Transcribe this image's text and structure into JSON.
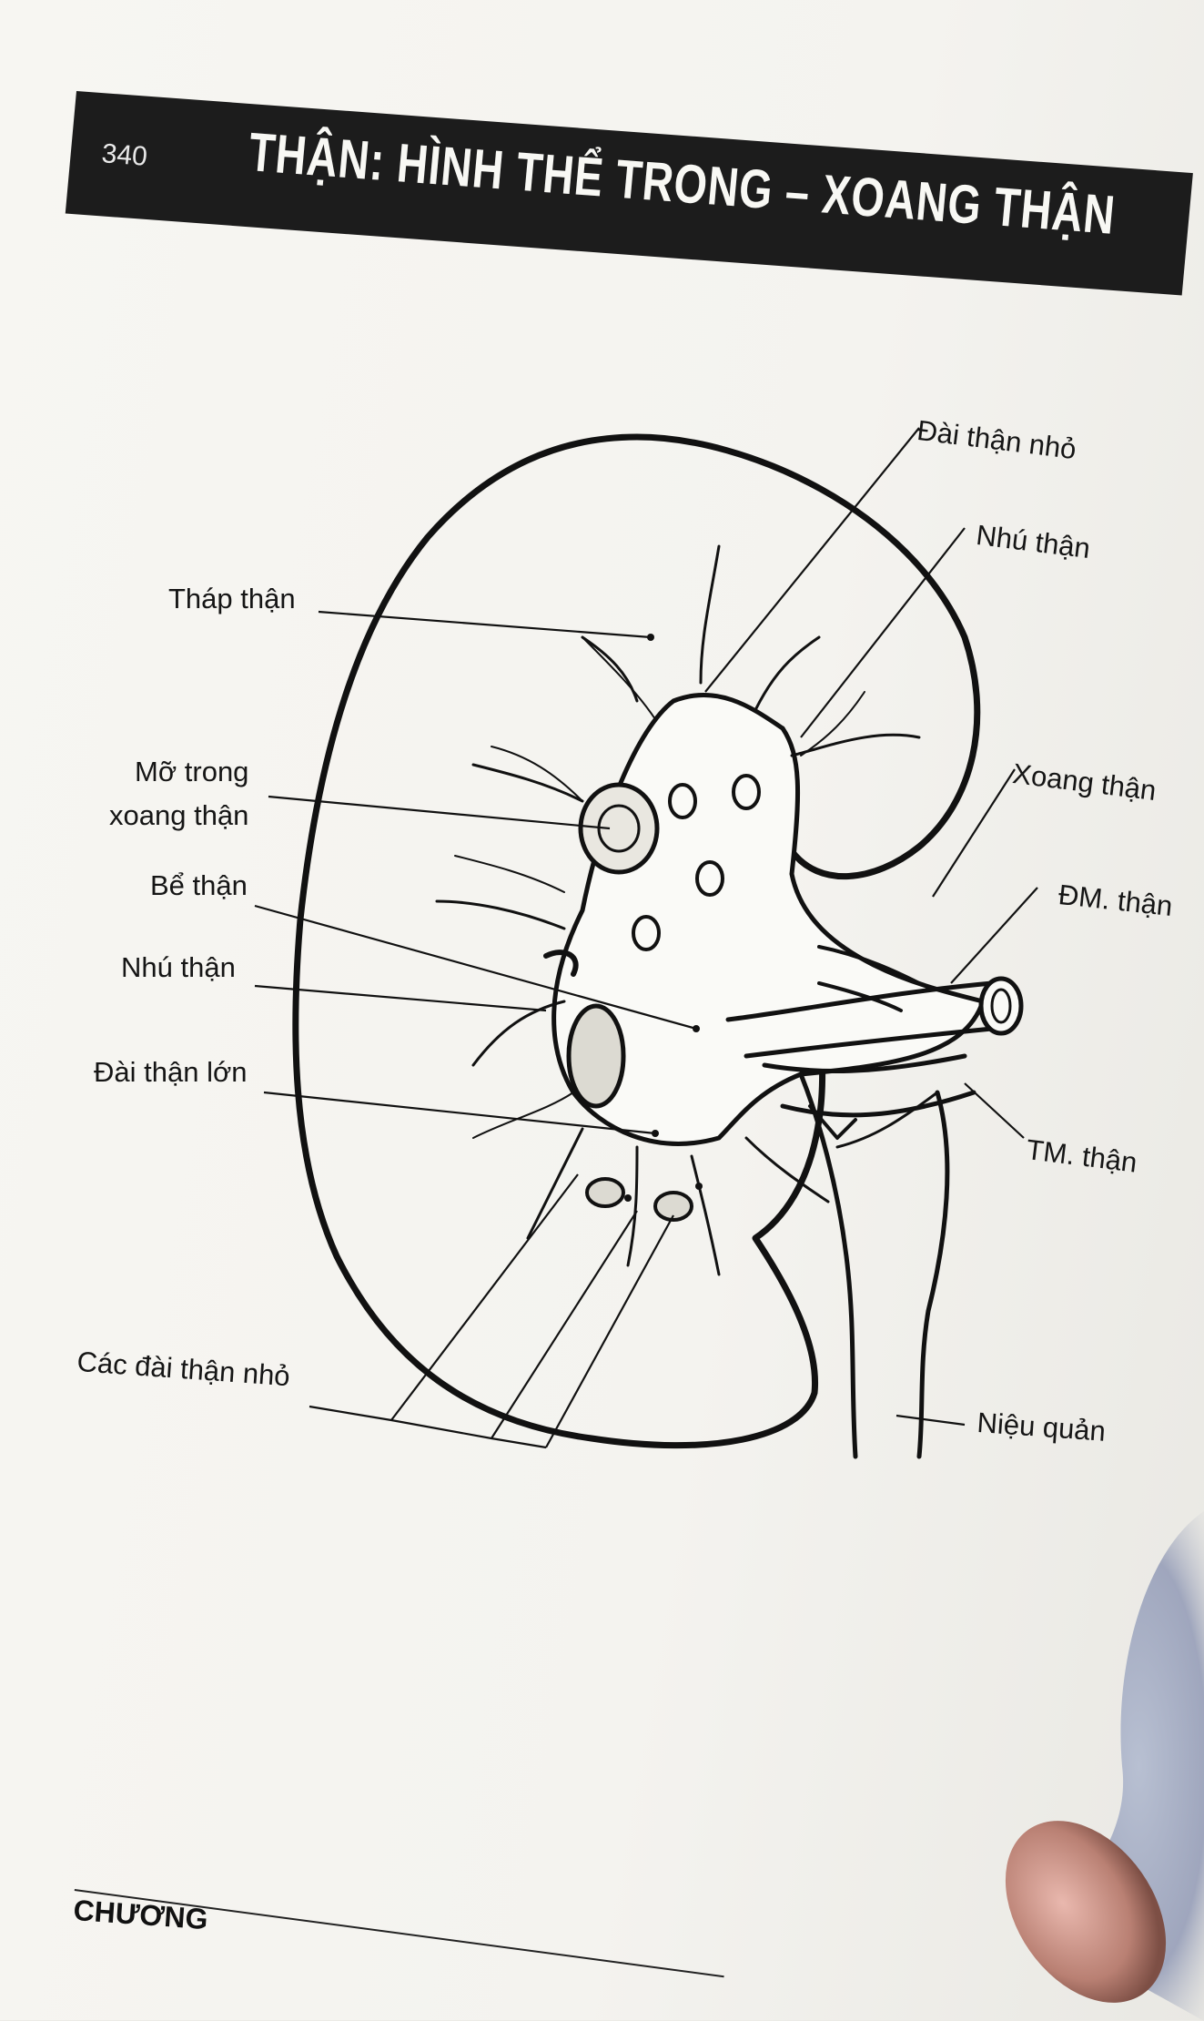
{
  "header": {
    "page_number": "340",
    "title": "THẬN: HÌNH THỂ TRONG – XOANG THẬN"
  },
  "labels": {
    "dai_than_nho_top": "Đài thận nhỏ",
    "nhu_than_top": "Nhú thận",
    "thap_than": "Tháp thận",
    "xoang_than": "Xoang thận",
    "mo_trong_line1": "Mỡ trong",
    "mo_trong_line2": "xoang thận",
    "dm_than": "ĐM. thận",
    "be_than": "Bể thận",
    "nhu_than": "Nhú thận",
    "dai_than_lon": "Đài thận lớn",
    "tm_than": "TM. thận",
    "cac_dai_than_nho": "Các đài thận nhỏ",
    "nieu_quan": "Niệu quản"
  },
  "footer": {
    "chapter": "CHƯƠNG"
  },
  "colors": {
    "banner": "#1c1c1c",
    "banner_text": "#f8f8f4",
    "page": "#f6f5f1",
    "ink": "#111111"
  }
}
